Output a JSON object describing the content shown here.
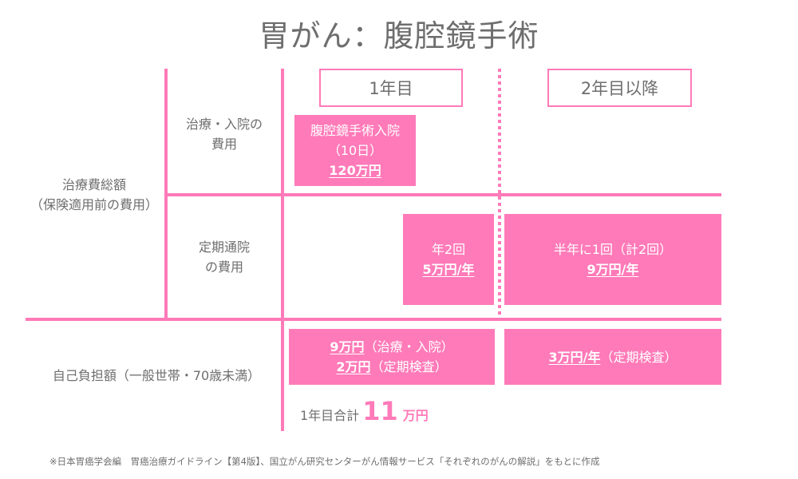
{
  "title": "胃がん：腹腔鏡手術",
  "colors": {
    "accent": "#ff7ab8",
    "text": "#6e6e6e",
    "box_text": "#ffffff"
  },
  "columns": {
    "year1": "1年目",
    "year2plus": "2年目以降"
  },
  "rows": {
    "total_cost": {
      "line1": "治療費総額",
      "line2": "（保険適用前の費用）"
    },
    "treatment": {
      "line1": "治療・入院の",
      "line2": "費用"
    },
    "regular": {
      "line1": "定期通院",
      "line2": "の費用"
    },
    "self_pay": {
      "label": "自己負担額（一般世帯・70歳未満）"
    }
  },
  "cells": {
    "surgery": {
      "line1": "腹腔鏡手術入院",
      "line2": "（10日）",
      "amount": "120万円"
    },
    "regular_year1": {
      "line1": "年2回",
      "amount": "5万円/年"
    },
    "regular_year2": {
      "line1": "半年に1回（計2回）",
      "amount": "9万円/年"
    },
    "selfpay_year1": {
      "amount1": "9万円",
      "note1": "（治療・入院）",
      "amount2": "2万円",
      "note2": "（定期検査）"
    },
    "selfpay_year2": {
      "amount": "3万円/年",
      "note": "（定期検査）"
    }
  },
  "total": {
    "label": "1年目合計",
    "value": "11",
    "unit": "万円"
  },
  "footnote": "※日本胃癌学会編　胃癌治療ガイドライン【第4版】、国立がん研究センターがん情報サービス「それぞれのがんの解説」をもとに作成"
}
